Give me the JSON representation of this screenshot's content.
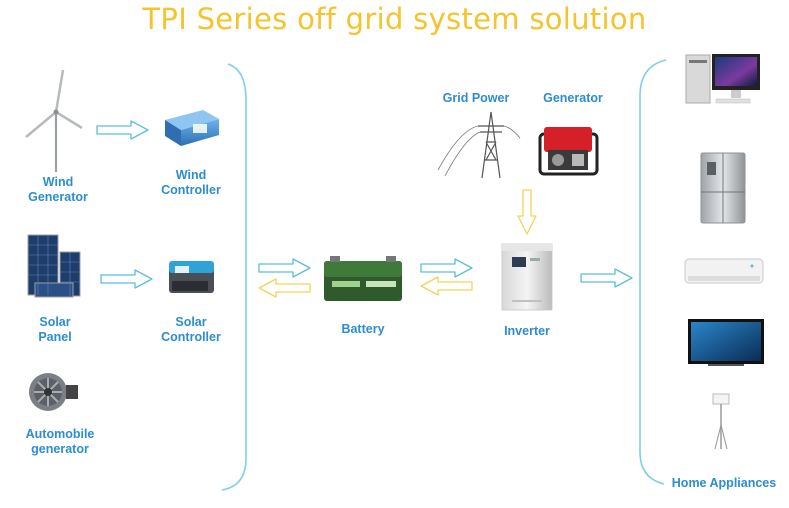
{
  "title": "TPI Series off grid system solution",
  "sources": {
    "wind_generator": [
      "Wind",
      "Generator"
    ],
    "wind_controller": [
      "Wind",
      "Controller"
    ],
    "solar_panel": [
      "Solar",
      "Panel"
    ],
    "solar_controller": [
      "Solar",
      "Controller"
    ],
    "automobile_generator": [
      "Automobile",
      "generator"
    ]
  },
  "center": {
    "battery": "Battery",
    "inverter": "Inverter",
    "grid_power": "Grid Power",
    "generator": "Generator"
  },
  "appliances": {
    "label": "Home Appliances",
    "items": [
      "computer-icon",
      "refrigerator-icon",
      "air-conditioner-icon",
      "television-icon",
      "floor-lamp-icon"
    ]
  },
  "colors": {
    "title": "#f5c42c",
    "label": "#2b8ed0",
    "arrow_blue": "#5bbde0",
    "arrow_yellow": "#f3d25a",
    "bracket": "#7ecfe8"
  }
}
